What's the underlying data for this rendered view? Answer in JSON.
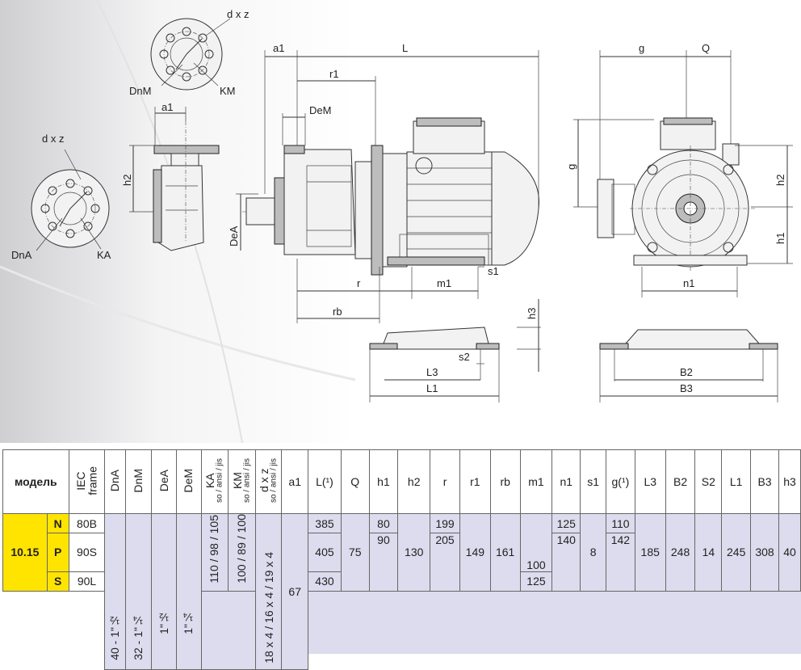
{
  "drawing_labels": {
    "dxz_top": "d x z",
    "dnm": "DnM",
    "km": "KM",
    "a1_left": "a1",
    "h2_left": "h2",
    "dxz_left": "d x z",
    "dna": "DnA",
    "ka": "KA",
    "a1_side": "a1",
    "L": "L",
    "r1": "r1",
    "dem": "DeM",
    "dea": "DeA",
    "r": "r",
    "m1": "m1",
    "s1": "s1",
    "rb": "rb",
    "h3": "h3",
    "s2": "s2",
    "L3": "L3",
    "L1": "L1",
    "g_top": "g",
    "Q": "Q",
    "g_side": "g",
    "h2_right": "h2",
    "h1": "h1",
    "n1": "n1",
    "B2": "B2",
    "B3": "B3"
  },
  "table": {
    "model_label": "модель",
    "iec_line1": "IEC",
    "iec_line2": "frame",
    "headers": {
      "dna": "DnA",
      "dnm": "DnM",
      "dea": "DeA",
      "dem": "DeM",
      "ka": "KA",
      "ka_sub": "so / ansi / jis",
      "km": "KM",
      "km_sub": "so / ansi / jis",
      "dxz": "d x z",
      "dxz_sub": "so / ansi / jis",
      "a1": "a1",
      "L": "L(¹)",
      "Q": "Q",
      "h1": "h1",
      "h2": "h2",
      "r": "r",
      "r1": "r1",
      "rb": "rb",
      "m1": "m1",
      "n1": "n1",
      "s1": "s1",
      "g": "g(¹)",
      "L3": "L3",
      "B2": "B2",
      "S2": "S2",
      "L1": "L1",
      "B3": "B3",
      "h3": "h3"
    },
    "model": "10.15",
    "variants": [
      {
        "code": "N",
        "frame": "80B",
        "L": "385",
        "h1": "80",
        "r": "199",
        "n1": "125",
        "g": "110"
      },
      {
        "code": "P",
        "frame": "90S",
        "L": "405",
        "h1": "90",
        "r": "205",
        "n1": "140",
        "g": "142"
      },
      {
        "code": "S",
        "frame": "90L",
        "L": "430"
      }
    ],
    "dna": "40 - 1\"½",
    "dnm": "32 - 1\"¼",
    "dea": "1\"½",
    "dem": "1\"¼",
    "ka": "110 / 98 / 105",
    "km": "100 / 89 / 100",
    "dxz": "18 x 4 / 16 x 4 / 19 x 4",
    "a1": "67",
    "Q": "75",
    "h2": "130",
    "r1": "149",
    "rb": "161",
    "m1_a": "100",
    "m1_b": "125",
    "s1": "8",
    "L3": "185",
    "B2": "248",
    "S2": "14",
    "L1": "245",
    "B3": "308",
    "h3": "40"
  },
  "colors": {
    "accent_yellow": "#ffe400",
    "table_lavender": "#dcdcee"
  }
}
